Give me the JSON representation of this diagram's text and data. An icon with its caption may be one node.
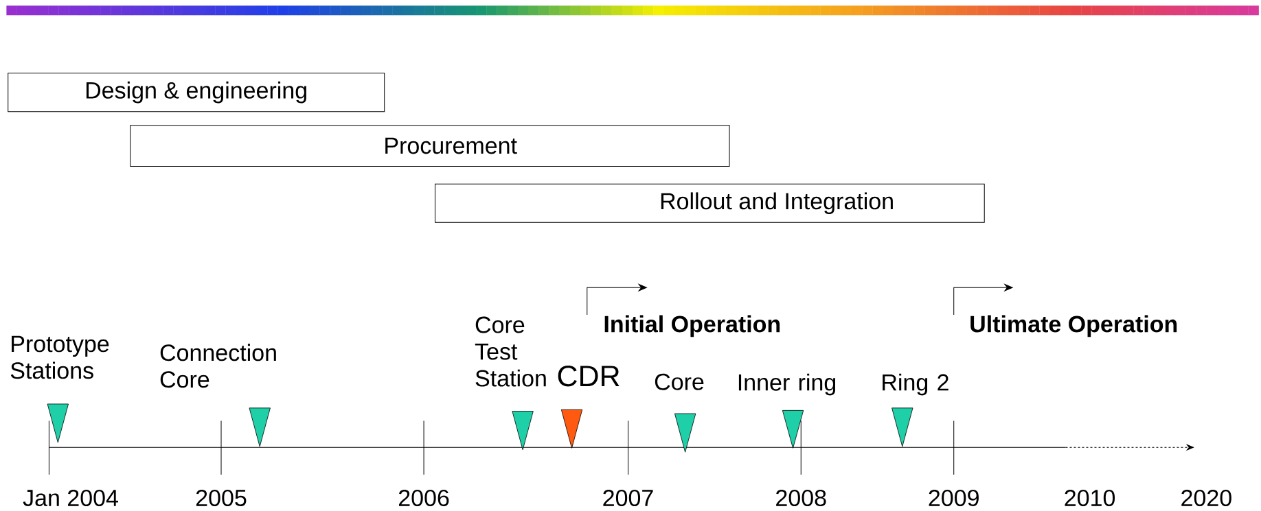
{
  "diagram": {
    "nodes": [
      {
        "text": [
          "Design & engineering"
        ]
      },
      {
        "text": [
          "Procurement"
        ]
      },
      {
        "text": [
          "Rollout and Integration"
        ]
      },
      {
        "text": [],
        "shape": "triangle",
        "beside": [
          "Prototype Stations"
        ]
      },
      {
        "text": [],
        "shape": "triangle",
        "beside": [
          "Connection Core"
        ]
      },
      {
        "text": [],
        "shape": "triangle",
        "beside": [
          "Core Test Station"
        ]
      },
      {
        "text": [],
        "shape": "triangle",
        "beside": [
          "CDR"
        ]
      },
      {
        "text": [],
        "shape": "triangle",
        "beside": [
          "Core"
        ]
      },
      {
        "text": [],
        "shape": "triangle",
        "beside": [
          "Inner ring"
        ]
      },
      {
        "text": [],
        "shape": "triangle",
        "beside": [
          "Ring 2"
        ]
      }
    ],
    "labels": [
      "Initial Operation",
      "Ultimate Operation",
      "Jan 2004",
      "2005",
      "2006",
      "2007",
      "2008",
      "2009",
      "2010",
      "2020"
    ]
  }
}
